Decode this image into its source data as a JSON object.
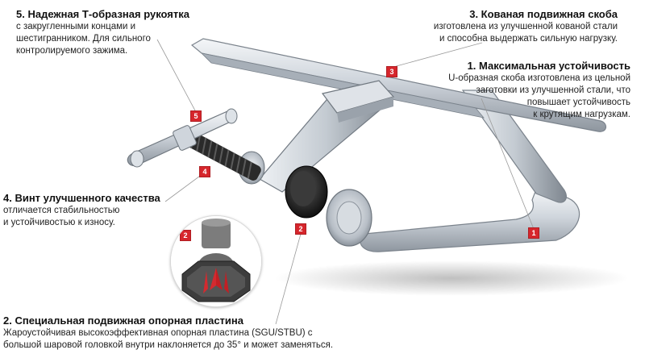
{
  "callouts": [
    {
      "number": "5",
      "title": "5. Надежная Т-образная рукоятка",
      "lines": [
        "с закругленными концами и",
        "шестигранником. Для сильного",
        "контролируемого зажима."
      ]
    },
    {
      "number": "3",
      "title": "3. Кованая подвижная скоба",
      "lines": [
        "изготовлена из улучшенной кованой стали",
        "и способна выдержать сильную нагрузку."
      ]
    },
    {
      "number": "1",
      "title": "1. Максимальная устойчивость",
      "lines": [
        "U-образная скоба изготовлена из  цельной",
        "заготовки из улучшенной стали, что",
        "повышает устойчивость",
        "к крутящим нагрузкам."
      ]
    },
    {
      "number": "4",
      "title": "4. Винт улучшенного качества",
      "lines": [
        "отличается стабильностью",
        "и устойчивостью к износу."
      ]
    },
    {
      "number": "2",
      "title": "2. Специальная подвижная опорная пластина",
      "lines": [
        "Жароустойчивая высокоэффективная опорная пластина (SGU/STBU) с",
        "большой шаровой головкой внутри наклоняется до 35° и может заменяться."
      ]
    }
  ],
  "inset": {
    "number": "2"
  },
  "colors": {
    "badge": "#d6262c",
    "steel": "#c9cfd6",
    "screw": "#2a2a2a"
  }
}
